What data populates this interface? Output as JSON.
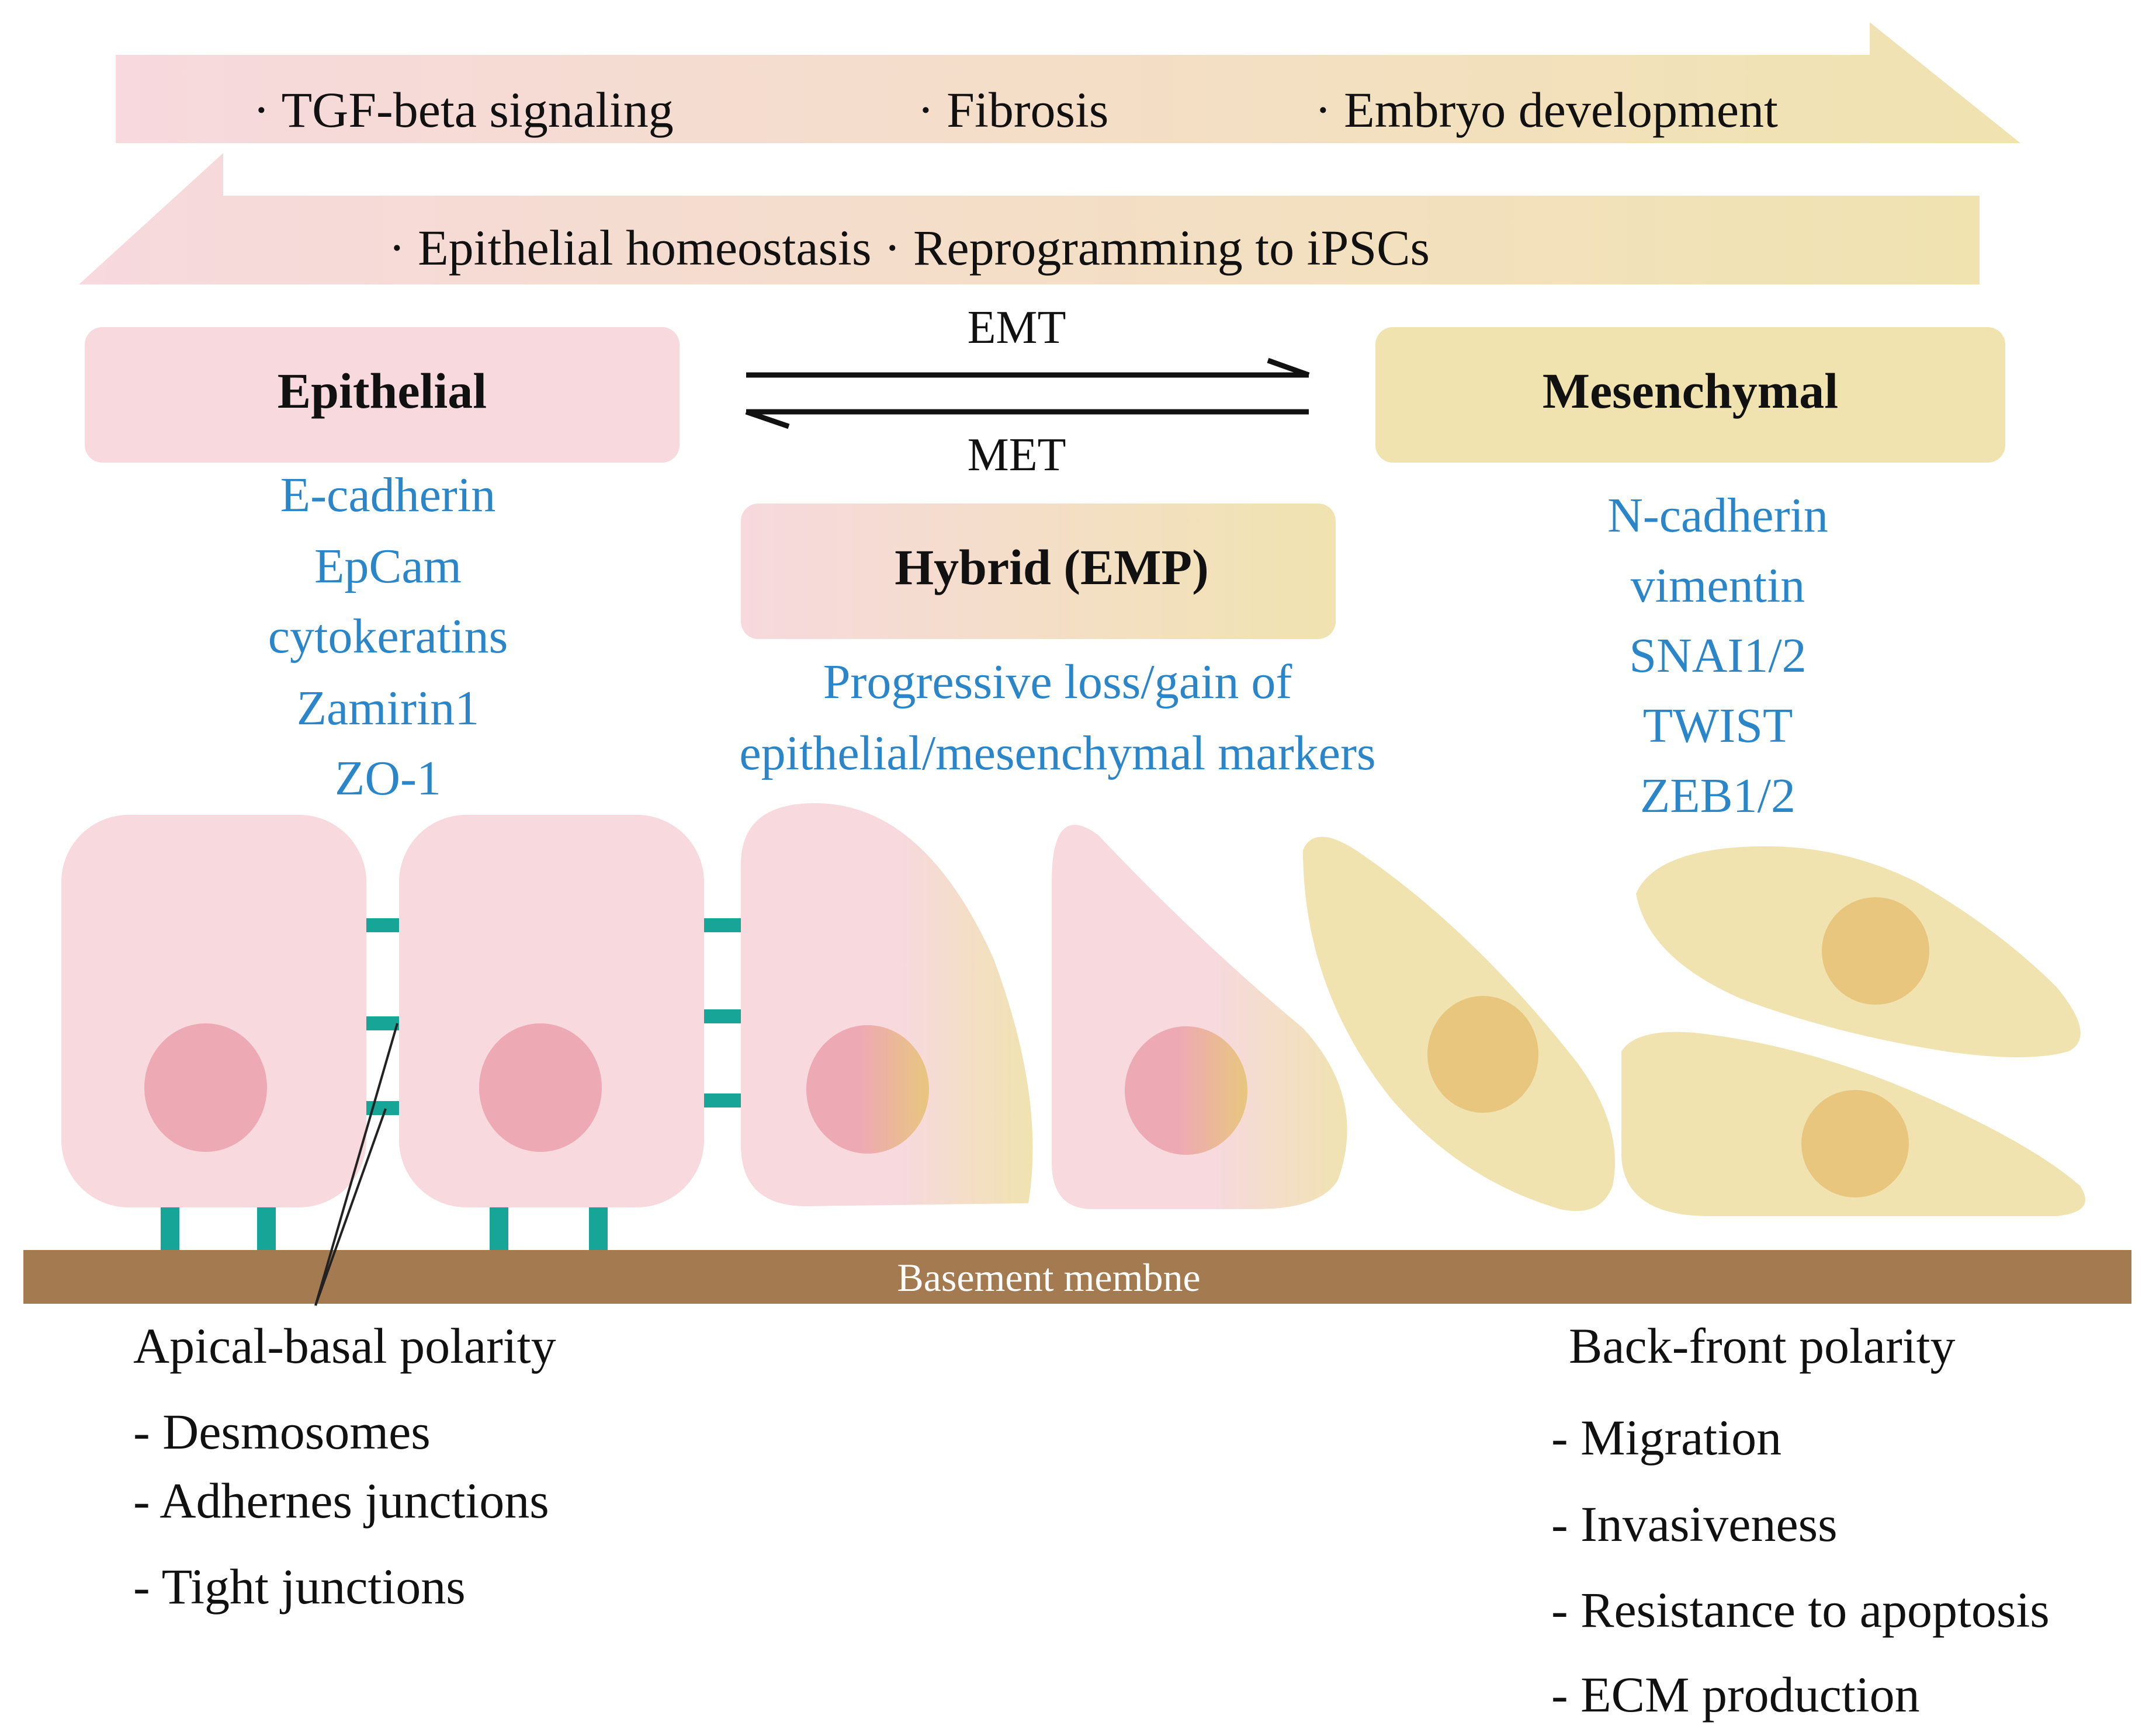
{
  "top_arrows": {
    "forward_items": [
      "· TGF-beta signaling",
      "· Fibrosis",
      "· Embryo development"
    ],
    "reverse_items": [
      "· Epithelial homeostasis · Reprogramming to iPSCs"
    ]
  },
  "states": {
    "epithelial": {
      "title": "Epithelial",
      "markers": [
        "E-cadherin",
        "EpCam",
        "cytokeratins",
        "Zamirin1",
        "ZO-1"
      ]
    },
    "hybrid": {
      "title": "Hybrid (EMP)",
      "description": [
        "Progressive loss/gain of",
        "epithelial/mesenchymal markers"
      ]
    },
    "mesenchymal": {
      "title": "Mesenchymal",
      "markers": [
        "N-cadherin",
        "vimentin",
        "SNAI1/2",
        "TWIST",
        "ZEB1/2"
      ]
    }
  },
  "transitions": {
    "forward": "EMT",
    "reverse": "MET"
  },
  "membrane": {
    "label": "Basement membne"
  },
  "epithelial_features": {
    "heading": "Apical-basal polarity",
    "items": [
      "- Desmosomes",
      "- Adhernes junctions",
      "- Tight junctions"
    ]
  },
  "mesenchymal_features": {
    "heading": "Back-front polarity",
    "items": [
      "- Migration",
      "- Invasiveness",
      "- Resistance to apoptosis",
      "- ECM production"
    ]
  },
  "colors": {
    "epithelial_pink": "#f7d9de",
    "mesenchymal_yellow": "#f0e3b0",
    "nucleus_pink": "#eeaab4",
    "nucleus_gold": "#e8c67e",
    "marker_blue": "#2a86c8",
    "junction_teal": "#16a596",
    "membrane_brown": "#a47a50"
  }
}
